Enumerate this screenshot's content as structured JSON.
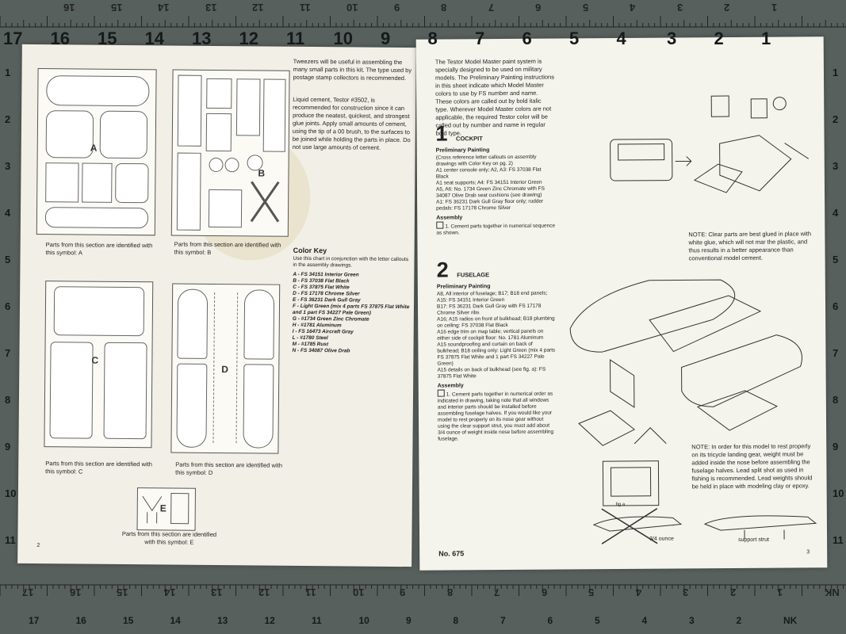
{
  "ruler": {
    "top_numbers": [
      "17",
      "16",
      "15",
      "14",
      "13",
      "12",
      "11",
      "10",
      "9",
      "8",
      "7",
      "6",
      "5",
      "4",
      "3",
      "2",
      "1"
    ],
    "top_flipped": [
      "16",
      "15",
      "14",
      "13",
      "12",
      "11",
      "10",
      "9",
      "8",
      "7",
      "6",
      "5",
      "4",
      "3",
      "2",
      "1"
    ],
    "side_numbers": [
      "1",
      "2",
      "3",
      "4",
      "5",
      "6",
      "7",
      "8",
      "9",
      "10",
      "11"
    ],
    "bottom_flipped": [
      "17",
      "16",
      "15",
      "14",
      "13",
      "12",
      "11",
      "10",
      "9",
      "8",
      "7",
      "6",
      "5",
      "4",
      "3",
      "2",
      "1",
      "NK"
    ],
    "bottom_numbers": [
      "17",
      "16",
      "15",
      "14",
      "13",
      "12",
      "11",
      "10",
      "9",
      "8",
      "7",
      "6",
      "5",
      "4",
      "3",
      "2",
      "NK"
    ]
  },
  "left_page": {
    "tweezers": "Tweezers will be useful in assembling the many small parts in this kit. The type used by postage stamp collectors is recommended.",
    "cement": "Liquid cement, Testor #3502, is recommended for construction since it can produce the neatest, quickest, and strongest glue joints. Apply small amounts of cement, using the tip of a 00 brush, to the surfaces to be joined while holding the parts in place. Do not use large amounts of cement.",
    "sections": {
      "A": {
        "letter": "A",
        "caption": "Parts from this section are identified with this symbol: A"
      },
      "B": {
        "letter": "B",
        "caption": "Parts from this section are identified with this symbol: B"
      },
      "C": {
        "letter": "C",
        "caption": "Parts from this section are identified with this symbol: C"
      },
      "D": {
        "letter": "D",
        "caption": "Parts from this section are identified with this symbol: D"
      },
      "E": {
        "letter": "E",
        "caption": "Parts from this section are identified with this symbol: E"
      }
    },
    "color_key": {
      "title": "Color Key",
      "intro": "Use this chart in conjunction with the letter callouts in the assembly drawings.",
      "items": [
        "A - FS 34151 Interior Green",
        "B - FS 37038 Flat Black",
        "C - FS 37875 Flat White",
        "D - FS 17178 Chrome Silver",
        "E - FS 36231 Dark Gull Gray",
        "F - Light Green (mix 4 parts FS 37875 Flat White and 1 part FS 34227 Pale Green)",
        "G - #1734 Green Zinc Chromate",
        "H - #1781 Aluminum",
        "I - FS 16473 Aircraft Gray",
        "L - #1780 Steel",
        "M - #1785 Rust",
        "N - FS 34087 Olive Drab"
      ]
    },
    "page_number": "2"
  },
  "right_page": {
    "intro": "The Testor Model Master paint system is specially designed to be used on military models. The Preliminary Painting instructions in this sheet indicate which Model Master colors to use by FS number and name. These colors are called out by bold italic type. Wherever Model Master colors are not applicable, the required Testor color will be called out by number and name in regular bold type.",
    "step1": {
      "number": "1",
      "title": "COCKPIT",
      "prelim": "Preliminary Painting",
      "lines": [
        "(Cross reference letter callouts on assembly drawings with Color Key on pg. 2)",
        "A1 center console only; A2, A3: FS 37038 Flat Black",
        "A1 seat supports; A4: FS 34151 Interior Green",
        "A5, A6: No. 1734 Green Zinc Chromate with FS 34087 Olive Drab seat cushions (see drawing)",
        "A1: FS 36231 Dark Gull Gray floor only; rudder pedals: FS 17178 Chrome Silver"
      ],
      "assembly": "Assembly",
      "assembly_text": "1. Cement parts together in numerical sequence as shown."
    },
    "step2": {
      "number": "2",
      "title": "FUSELAGE",
      "prelim": "Preliminary Painting",
      "lines": [
        "A8, All interior of fuselage; B17; B18 end panels; A15: FS 34151 Interior Green",
        "B17: FS 36231 Dark Gull Gray with FS 17178 Chrome Silver ribs",
        "A16; A15 radios on front of bulkhead; B18 plumbing on ceiling: FS 37038 Flat Black",
        "A16 edge trim on map table; vertical panels on either side of cockpit floor: No. 1781 Aluminum",
        "A15 soundproofing and curtain on back of bulkhead; B18 ceiling only: Light Green (mix 4 parts FS 37875 Flat White and 1 part FS 34227 Pale Green)",
        "A15 details on back of bulkhead (see fig. a): FS 37875 Flat White"
      ],
      "assembly": "Assembly",
      "assembly_text": "1. Cement parts together in numerical order as indicated in drawing, taking note that all windows and interior parts should be installed before assembling fuselage halves. If you would like your model to rest properly on its nose gear without using the clear support strut, you must add about 3/4 ounce of weight inside nose before assembling fuselage."
    },
    "note1": "NOTE: Clear parts are best glued in place with white glue, which will not mar the plastic, and thus results in a better appearance than conventional model cement.",
    "note2": "NOTE: In order for this model to rest properly on its tricycle landing gear, weight must be added inside the nose before assembling the fuselage halves. Lead split shot as used in fishing is recommended. Lead weights should be held in place with modeling clay or epoxy.",
    "fig_a": "fig.a",
    "ounce": "3/4 ounce",
    "strut": "support strut",
    "kit_no": "No. 675",
    "page_number": "3"
  }
}
